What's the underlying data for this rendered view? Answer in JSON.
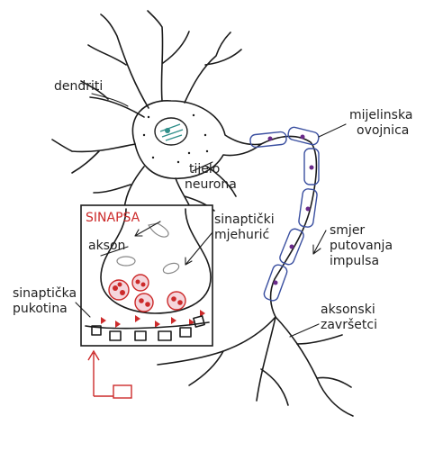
{
  "labels": {
    "dendrites": "dendriti",
    "myelin_line1": "mijelinska",
    "myelin_line2": "ovojnica",
    "cell_body_line1": "tijelo",
    "cell_body_line2": "neurona",
    "synapse_title": "SINAPSA",
    "axon": "akson",
    "vesicle_line1": "sinaptički",
    "vesicle_line2": "mjehurić",
    "direction_line1": "smjer",
    "direction_line2": "putovanja",
    "direction_line3": "impulsa",
    "cleft_line1": "sinaptička",
    "cleft_line2": "pukotina",
    "terminals_line1": "aksonski",
    "terminals_line2": "završetci"
  },
  "colors": {
    "ink": "#1b1b1b",
    "accent_red": "#cc2a2a",
    "myelin_blue": "#3a4fa0",
    "nucleus_teal": "#2f8f8a",
    "node_purple": "#6a2a8a"
  }
}
